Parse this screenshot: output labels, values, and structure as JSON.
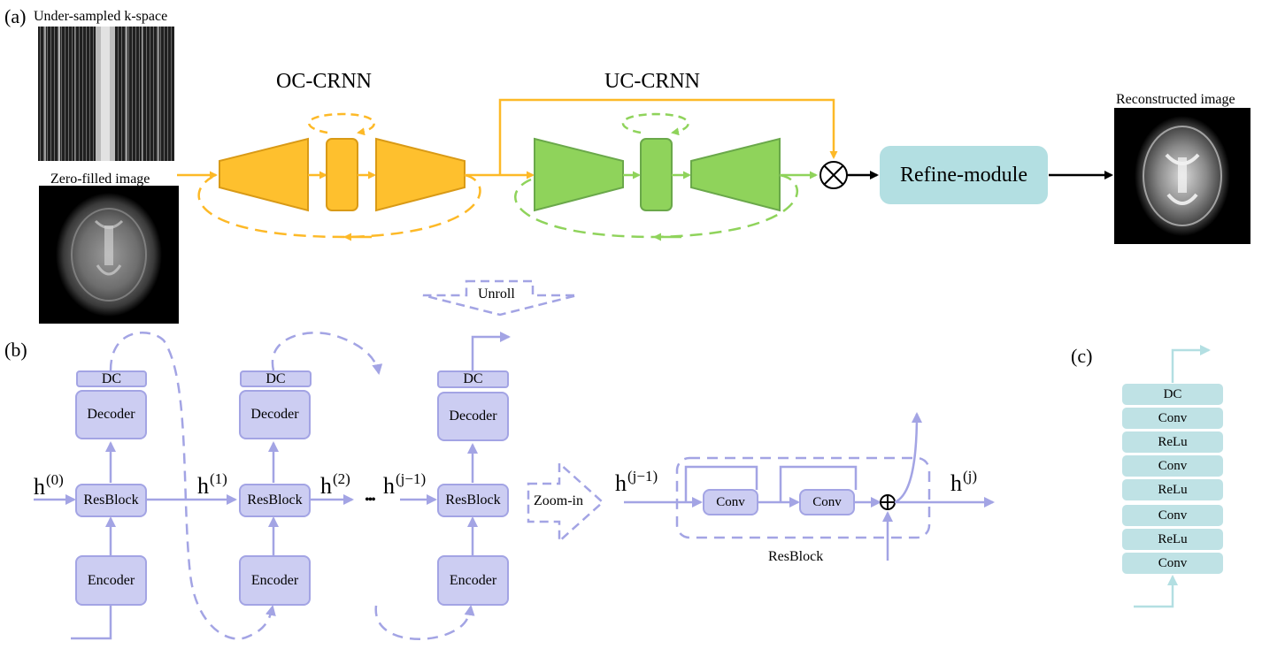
{
  "panels": {
    "a": "(a)",
    "b": "(b)",
    "c": "(c)"
  },
  "captions": {
    "kspace": "Under-sampled k-space",
    "zerofilled": "Zero-filled image",
    "reconstructed": "Reconstructed image"
  },
  "titles": {
    "oc": "OC-CRNN",
    "uc": "UC-CRNN"
  },
  "refine": "Refine-module",
  "unroll": "Unroll",
  "zoomin": "Zoom-in",
  "dots": "•••",
  "blocks": {
    "dc": "DC",
    "decoder": "Decoder",
    "resblock": "ResBlock",
    "encoder": "Encoder"
  },
  "hidden": {
    "h0": "(0)",
    "h1": "(1)",
    "h2": "(2)",
    "hj1": "(j−1)",
    "hj": "(j)",
    "hbase": "h"
  },
  "resblock_zoom": {
    "conv": "Conv",
    "label": "ResBlock"
  },
  "panel_c": [
    "DC",
    "Conv",
    "ReLu",
    "Conv",
    "ReLu",
    "Conv",
    "ReLu",
    "Conv"
  ],
  "colors": {
    "orange_fill": "#fec02e",
    "orange_line": "#d99a16",
    "green_fill": "#8fd35b",
    "green_line": "#6aa84a",
    "purple_fill": "#cccdf2",
    "purple_line": "#a3a4e4",
    "teal": "#b3dfe2"
  }
}
